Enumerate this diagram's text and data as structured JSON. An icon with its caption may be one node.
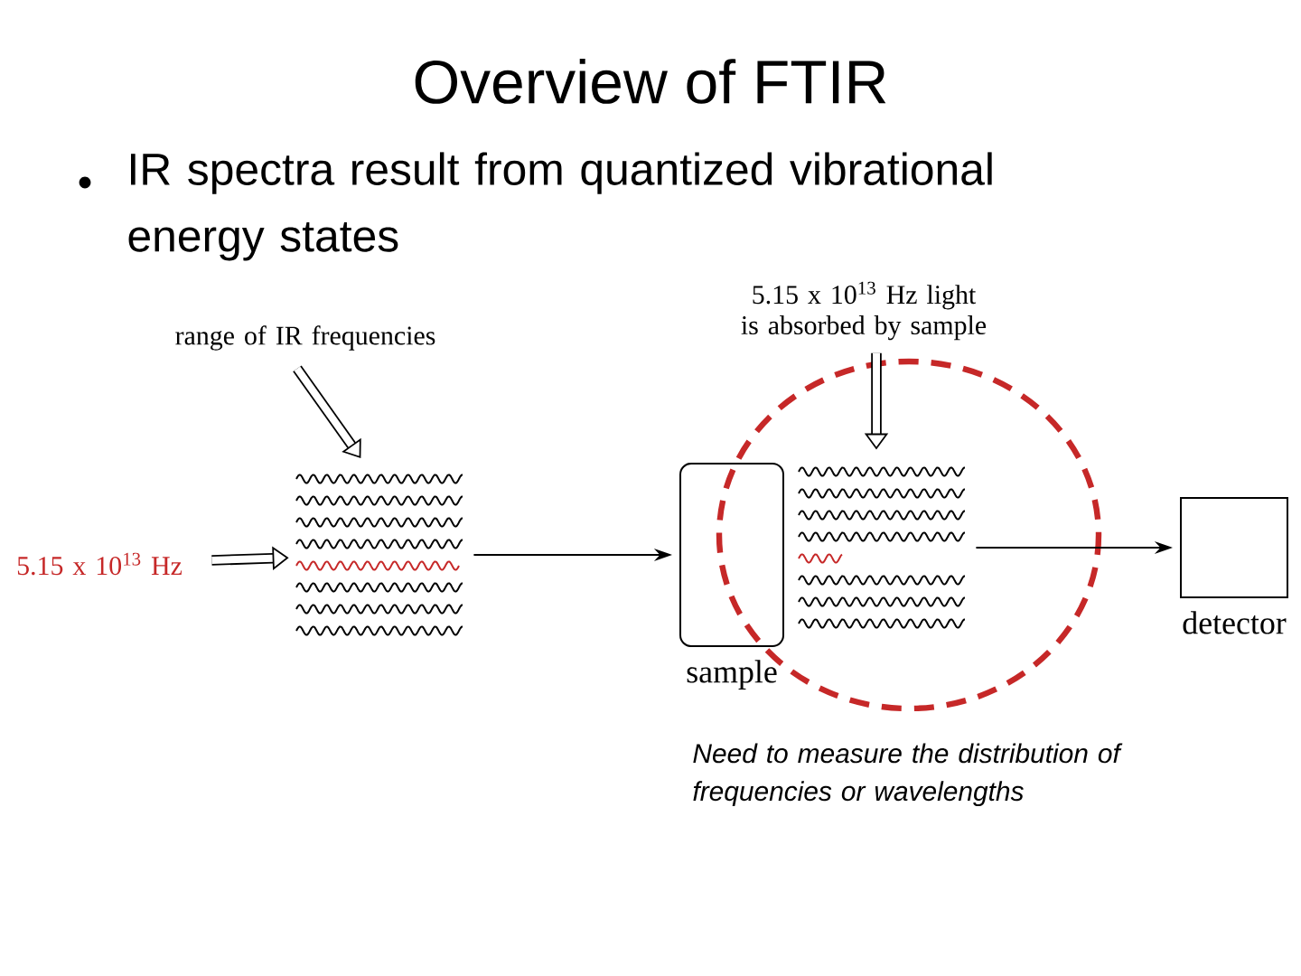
{
  "diagram": {
    "title": "Overview of FTIR",
    "nodes": [
      {
        "text": [
          "range of IR frequencies"
        ]
      },
      {
        "text": [
          "5.15 x 10$^{13}$ Hz"
        ]
      },
      {
        "text": [],
        "shape": "waves"
      },
      {
        "text": [],
        "shape": "box",
        "beside": [
          "sample"
        ]
      },
      {
        "text": [
          "5.15 x 10$^{13}$ Hz light is absorbed by sample"
        ]
      },
      {
        "text": [],
        "shape": "waves"
      },
      {
        "text": [],
        "shape": "box",
        "beside": [
          "detector"
        ]
      }
    ],
    "edges": [
      {
        "from": 0,
        "to": 2,
        "arrow": "to"
      },
      {
        "from": 1,
        "to": 2,
        "arrow": "to"
      },
      {
        "from": 2,
        "to": 3,
        "arrow": "to"
      },
      {
        "from": 4,
        "to": 5,
        "arrow": "to"
      },
      {
        "from": 5,
        "to": 6,
        "arrow": "to"
      }
    ],
    "labels": [
      "IR spectra result from quantized vibrational energy states",
      "Need to measure the distribution of frequencies or wavelengths"
    ]
  }
}
